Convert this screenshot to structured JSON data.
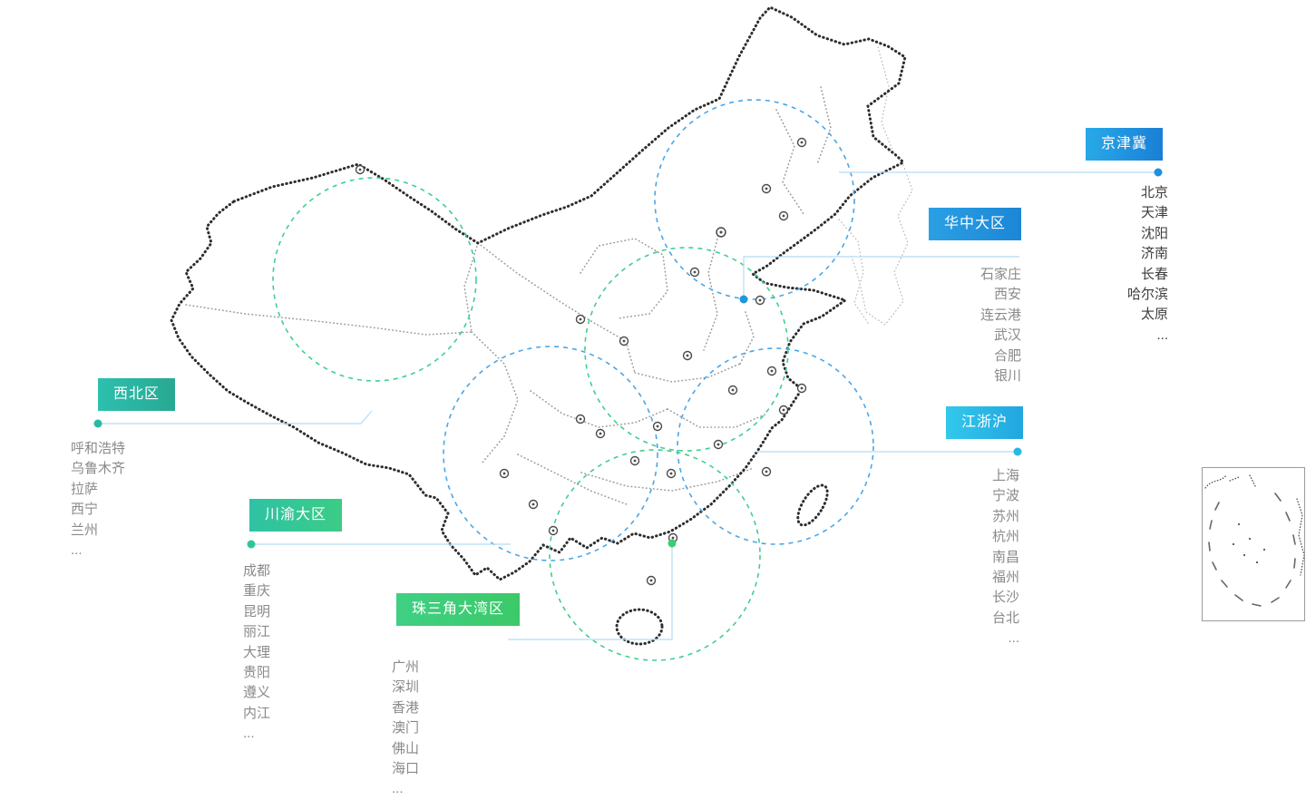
{
  "canvas": {
    "background": "#ffffff"
  },
  "map": {
    "name": "china-network-coverage-map",
    "outline_color": "#2d2d2d",
    "province_color": "#9d9d9d",
    "highlight_circle_blue": "#4aa6e8",
    "highlight_circle_green": "#3fcf8e",
    "leader_line_color": "#b5dcf4"
  },
  "regions": [
    {
      "key": "jingjinji",
      "label": "京津冀",
      "accent": "#1f8fe0",
      "cities": [
        "北京",
        "天津",
        "沈阳",
        "济南",
        "长春",
        "哈尔滨",
        "太原",
        "..."
      ]
    },
    {
      "key": "huazhong",
      "label": "华中大区",
      "accent": "#2196dc",
      "cities": [
        "石家庄",
        "西安",
        "连云港",
        "武汉",
        "合肥",
        "银川"
      ]
    },
    {
      "key": "xibei",
      "label": "西北区",
      "accent": "#2ab9a6",
      "cities": [
        "呼和浩特",
        "乌鲁木齐",
        "拉萨",
        "西宁",
        "兰州",
        "..."
      ]
    },
    {
      "key": "chuanyu",
      "label": "川渝大区",
      "accent": "#30c49a",
      "cities": [
        "成都",
        "重庆",
        "昆明",
        "丽江",
        "大理",
        "贵阳",
        "遵义",
        "内江",
        "..."
      ]
    },
    {
      "key": "zhusanjiao",
      "label": "珠三角大湾区",
      "accent": "#3ecb74",
      "cities": [
        "广州",
        "深圳",
        "香港",
        "澳门",
        "佛山",
        "海口",
        "..."
      ]
    },
    {
      "key": "jiangzhehu",
      "label": "江浙沪",
      "accent": "#2ab6e6",
      "cities": [
        "上海",
        "宁波",
        "苏州",
        "杭州",
        "南昌",
        "福州",
        "长沙",
        "台北",
        "..."
      ]
    }
  ],
  "inset": {
    "name": "south-china-sea-inset"
  }
}
